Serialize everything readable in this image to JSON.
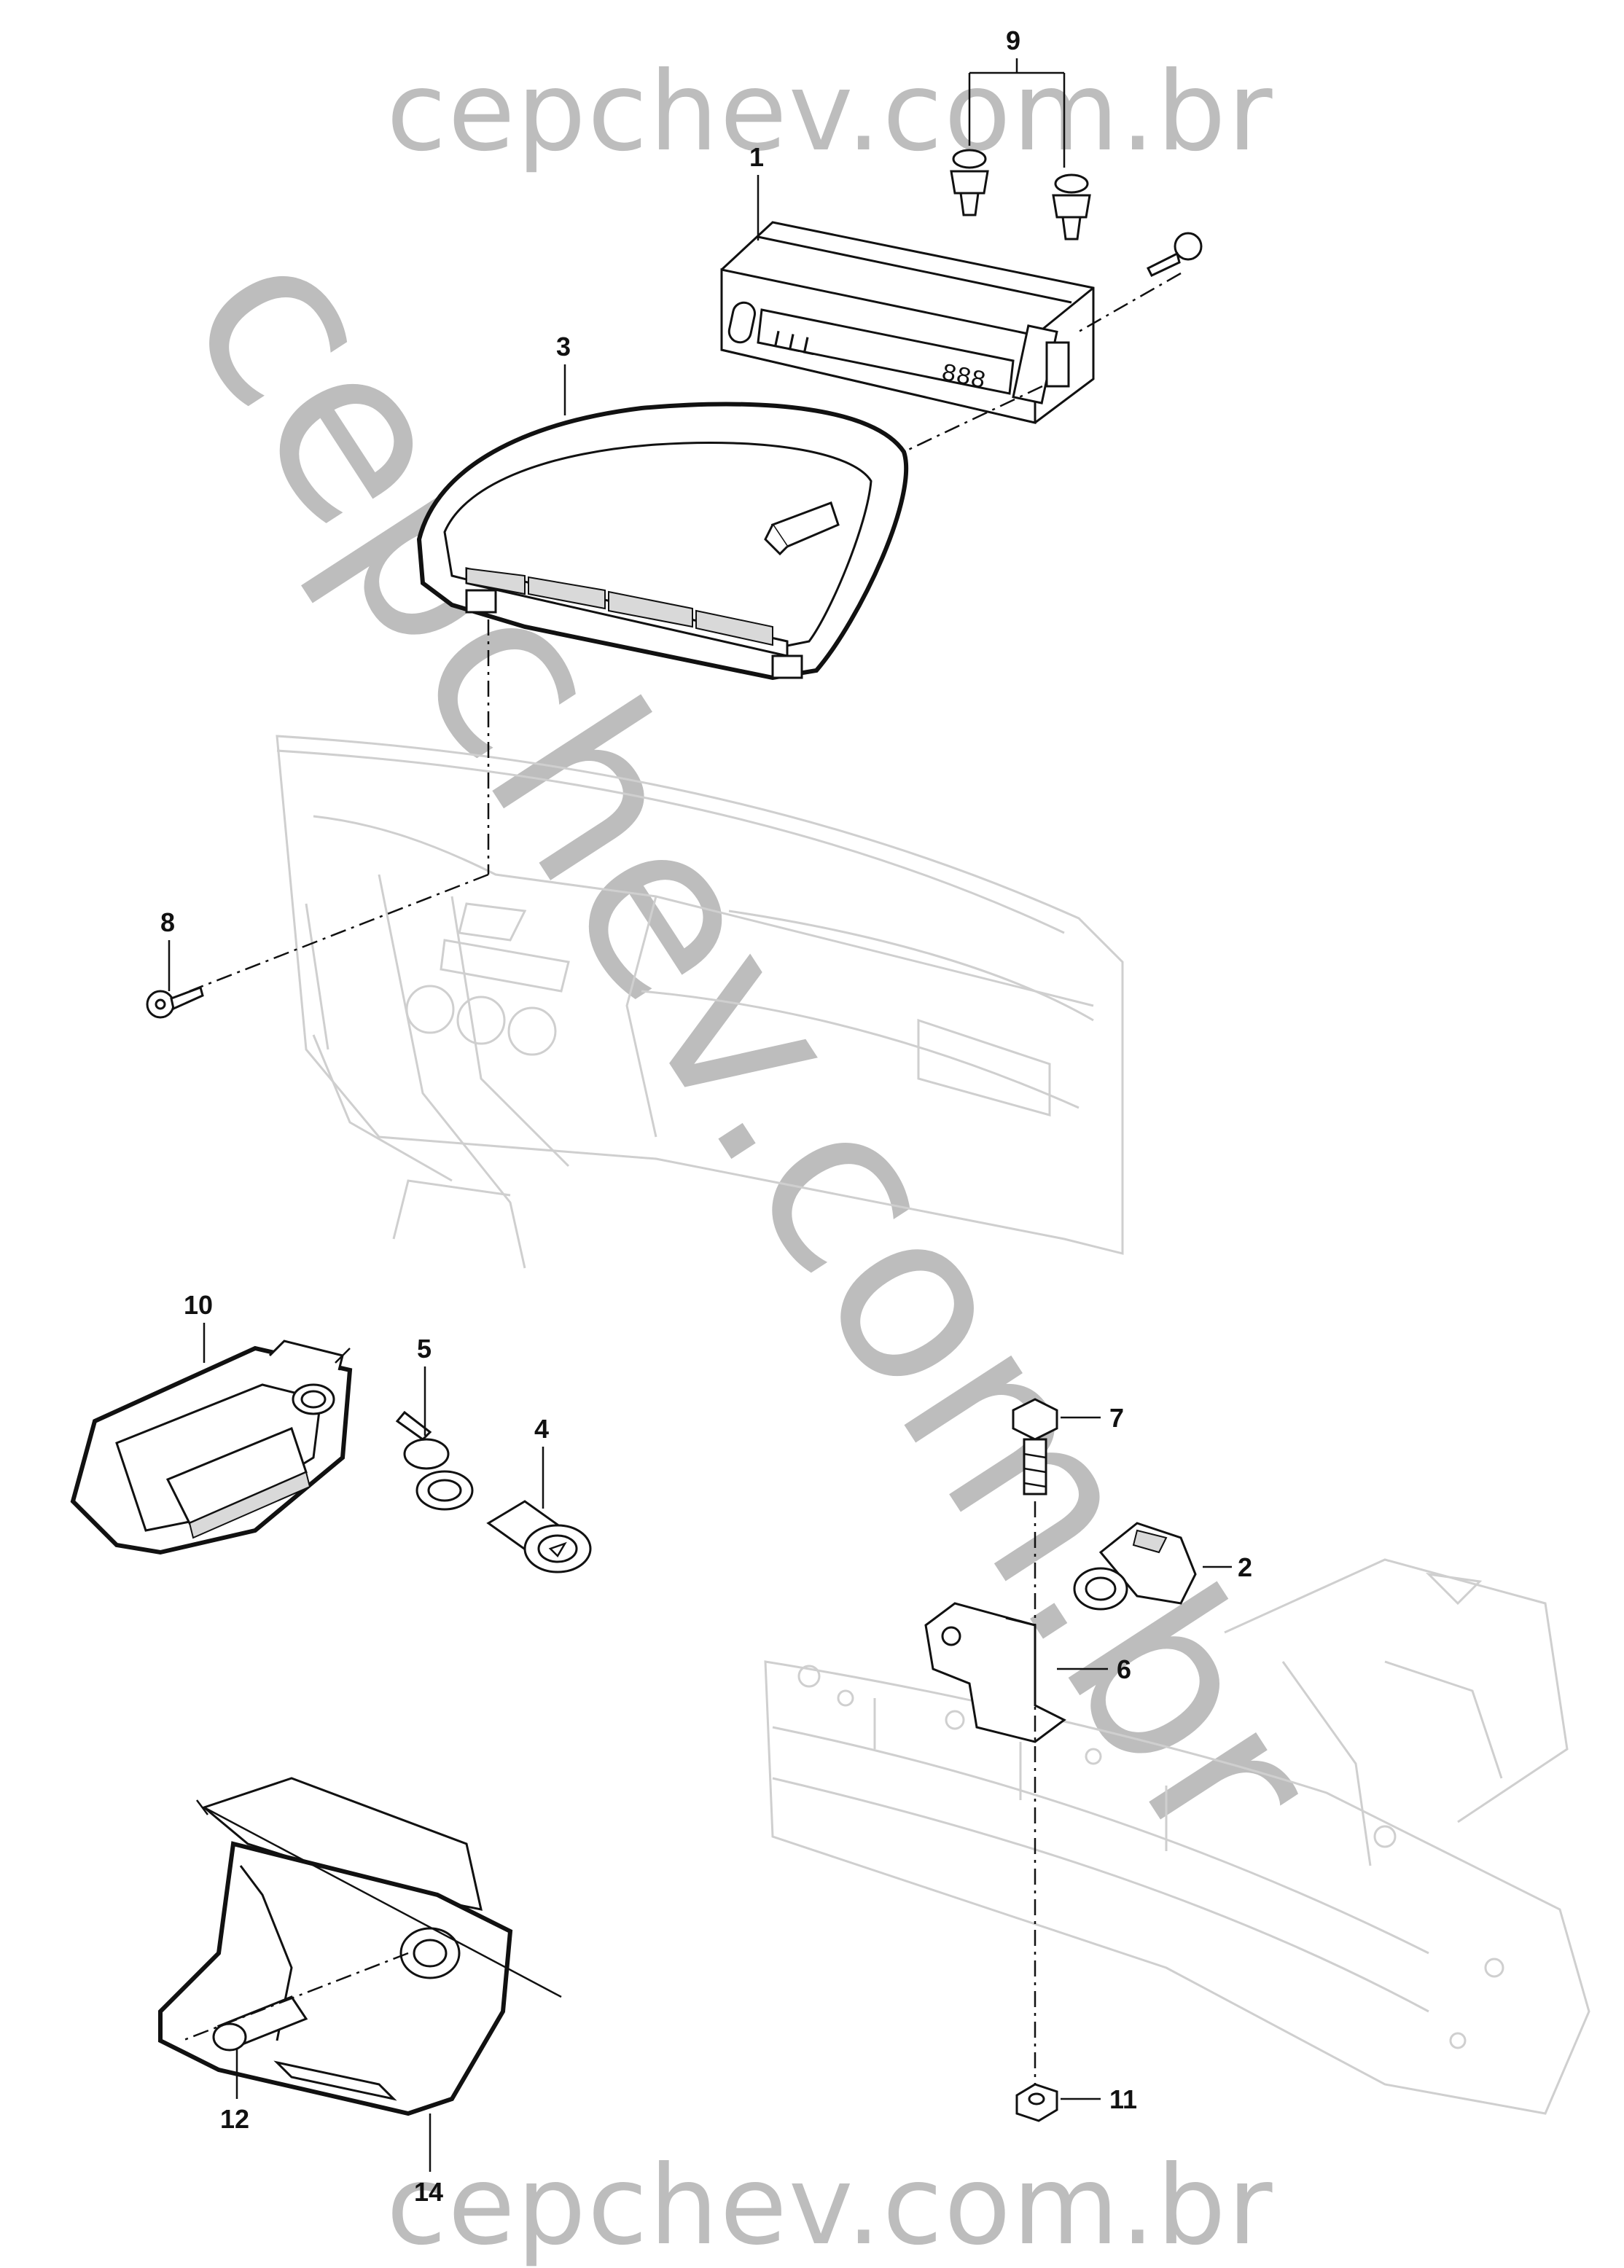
{
  "watermark": {
    "top": "cepchev.com.br",
    "bottom": "cepchev.com.br",
    "diagonal": "cepchev.com.br",
    "color": "#bdbdbd"
  },
  "display": {
    "left_text": "LLL",
    "right_text": "888"
  },
  "callouts": [
    "9",
    "1",
    "3",
    "8",
    "10",
    "5",
    "4",
    "7",
    "2",
    "6",
    "12",
    "14",
    "11"
  ],
  "colors": {
    "line": "#111111",
    "ghost": "#cfcfcf",
    "background": "#ffffff"
  }
}
